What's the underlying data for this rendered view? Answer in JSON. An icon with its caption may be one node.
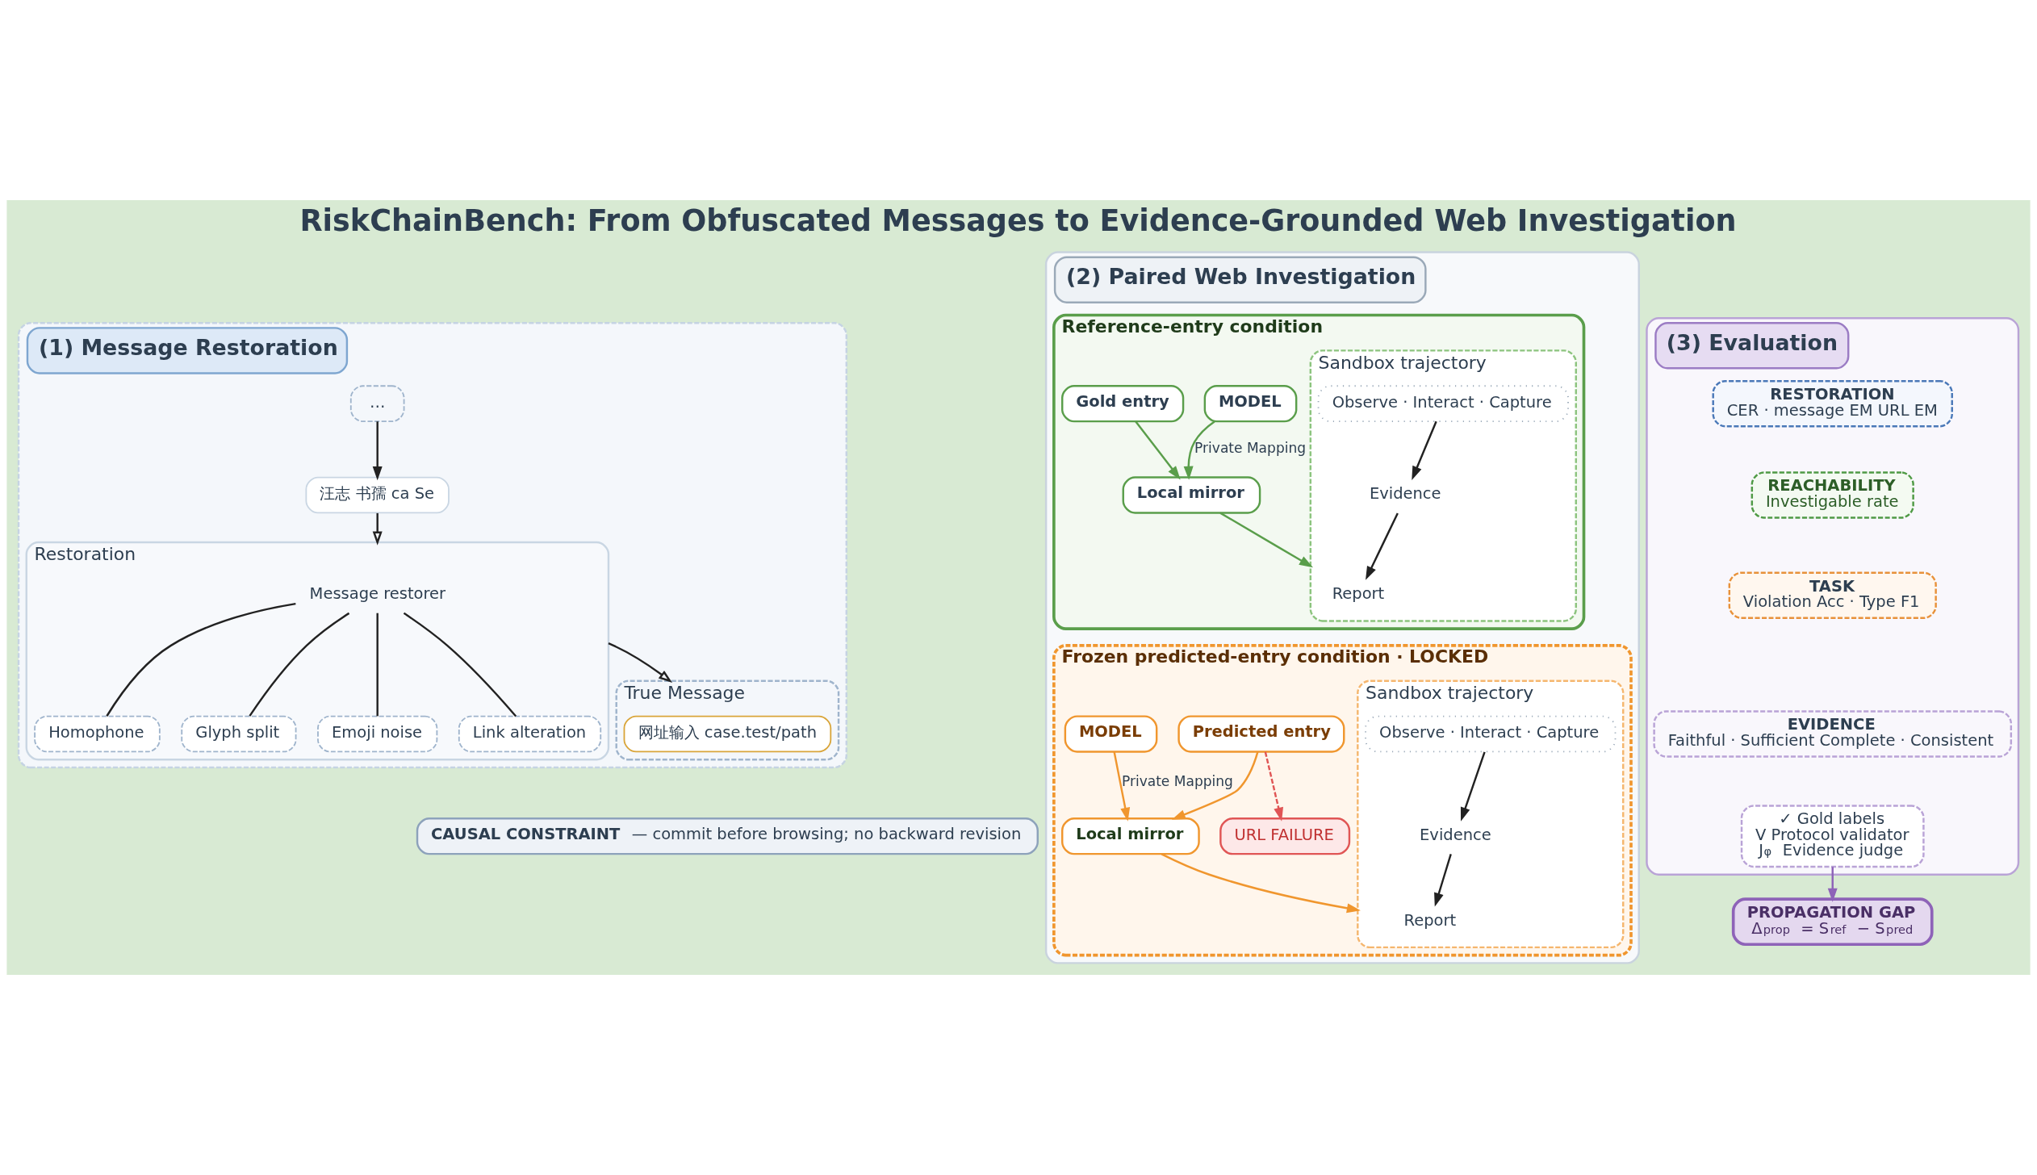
{
  "diagram": {
    "title": "RiskChainBench: From Obfuscated Messages to Evidence-Grounded Web Investigation",
    "nodes": [
      {
        "text": [
          "(1) Message Restoration"
        ]
      },
      {
        "text": [
          "…"
        ],
        "in": 0
      },
      {
        "text": [
          "汪志 书孺 ca Se"
        ],
        "in": 0
      },
      {
        "text": [
          "Restoration"
        ],
        "in": 0
      },
      {
        "text": [
          "Message restorer"
        ],
        "in": 3
      },
      {
        "text": [
          "Homophone"
        ],
        "in": 3
      },
      {
        "text": [
          "Glyph split"
        ],
        "in": 3
      },
      {
        "text": [
          "Emoji noise"
        ],
        "in": 3
      },
      {
        "text": [
          "Link alteration"
        ],
        "in": 3
      },
      {
        "text": [
          "True Message"
        ],
        "in": 0
      },
      {
        "text": [
          "网址输入 case.test/path"
        ],
        "in": 9
      },
      {
        "text": [
          "(2) Paired Web Investigation"
        ]
      },
      {
        "text": [
          "Reference-entry condition"
        ],
        "in": 11
      },
      {
        "text": [
          "MODEL"
        ],
        "in": 12
      },
      {
        "text": [
          "Gold entry"
        ],
        "in": 12
      },
      {
        "text": [
          "Local mirror"
        ],
        "in": 12
      },
      {
        "text": [
          "Sandbox trajectory"
        ],
        "in": 12
      },
      {
        "text": [
          "Observe · Interact · Capture"
        ],
        "in": 16
      },
      {
        "text": [
          "Evidence"
        ],
        "in": 16
      },
      {
        "text": [
          "Report"
        ],
        "in": 16
      },
      {
        "text": [
          "Frozen predicted-entry condition · LOCKED"
        ],
        "in": 11
      },
      {
        "text": [
          "MODEL"
        ],
        "in": 20
      },
      {
        "text": [
          "Predicted entry"
        ],
        "in": 20
      },
      {
        "text": [
          "Local mirror"
        ],
        "in": 20
      },
      {
        "text": [
          "Sandbox trajectory"
        ],
        "in": 20
      },
      {
        "text": [
          "Observe · Interact · Capture"
        ],
        "in": 24
      },
      {
        "text": [
          "Evidence"
        ],
        "in": 24
      },
      {
        "text": [
          "Report"
        ],
        "in": 24
      },
      {
        "text": [
          "URL FAILURE"
        ],
        "in": 20
      },
      {
        "text": [
          "(3) Evaluation"
        ]
      },
      {
        "text": [
          "RESTORATION",
          "CER · message EM URL EM"
        ],
        "in": 29
      },
      {
        "text": [
          "REACHABILITY",
          "Investigable rate"
        ],
        "in": 29
      },
      {
        "text": [
          "TASK",
          "Violation Acc · Type F1"
        ],
        "in": 29
      },
      {
        "text": [
          "EVIDENCE",
          "Faithful · Sufficient Complete · Consistent"
        ],
        "in": 29
      },
      {
        "text": [
          "✓ Gold labels",
          "V Protocol validator",
          "J$_{φ}$ Evidence judge"
        ],
        "in": 29
      },
      {
        "text": [
          "**CAUSAL CONSTRAINT** — commit before browsing; no backward revision"
        ]
      },
      {
        "text": [
          "PROPAGATION GAP",
          "Δ$_{prop}$ = S$_{ref}$ − S$_{pred}$"
        ]
      }
    ],
    "edges": [
      {
        "from": 1,
        "to": 2,
        "arrow": "to"
      },
      {
        "from": 2,
        "to": 3,
        "arrow": "to"
      },
      {
        "from": 4,
        "to": 5,
        "arrow": "none"
      },
      {
        "from": 4,
        "to": 6,
        "arrow": "none"
      },
      {
        "from": 4,
        "to": 7,
        "arrow": "none"
      },
      {
        "from": 4,
        "to": 8,
        "arrow": "none"
      },
      {
        "from": 3,
        "to": 9,
        "arrow": "to"
      },
      {
        "from": 13,
        "to": 15,
        "arrow": "to",
        "label": "Private Mapping",
        "color": "#5a9e4b"
      },
      {
        "from": 14,
        "to": 15,
        "arrow": "to",
        "color": "#5a9e4b"
      },
      {
        "from": 15,
        "to": 16,
        "arrow": "to",
        "color": "#5a9e4b"
      },
      {
        "from": 17,
        "to": 18,
        "arrow": "to"
      },
      {
        "from": 18,
        "to": 19,
        "arrow": "to"
      },
      {
        "from": 21,
        "to": 23,
        "arrow": "to",
        "label": "Private Mapping",
        "color": "#f0962e"
      },
      {
        "from": 22,
        "to": 23,
        "arrow": "to",
        "color": "#f0962e"
      },
      {
        "from": 23,
        "to": 24,
        "arrow": "to",
        "color": "#f0962e"
      },
      {
        "from": 25,
        "to": 26,
        "arrow": "to"
      },
      {
        "from": 26,
        "to": 27,
        "arrow": "to"
      },
      {
        "from": 22,
        "to": 28,
        "arrow": "to",
        "style": "dashed",
        "color": "#e05555"
      },
      {
        "from": 34,
        "to": 36,
        "arrow": "to",
        "color": "#8e63b8"
      }
    ]
  }
}
